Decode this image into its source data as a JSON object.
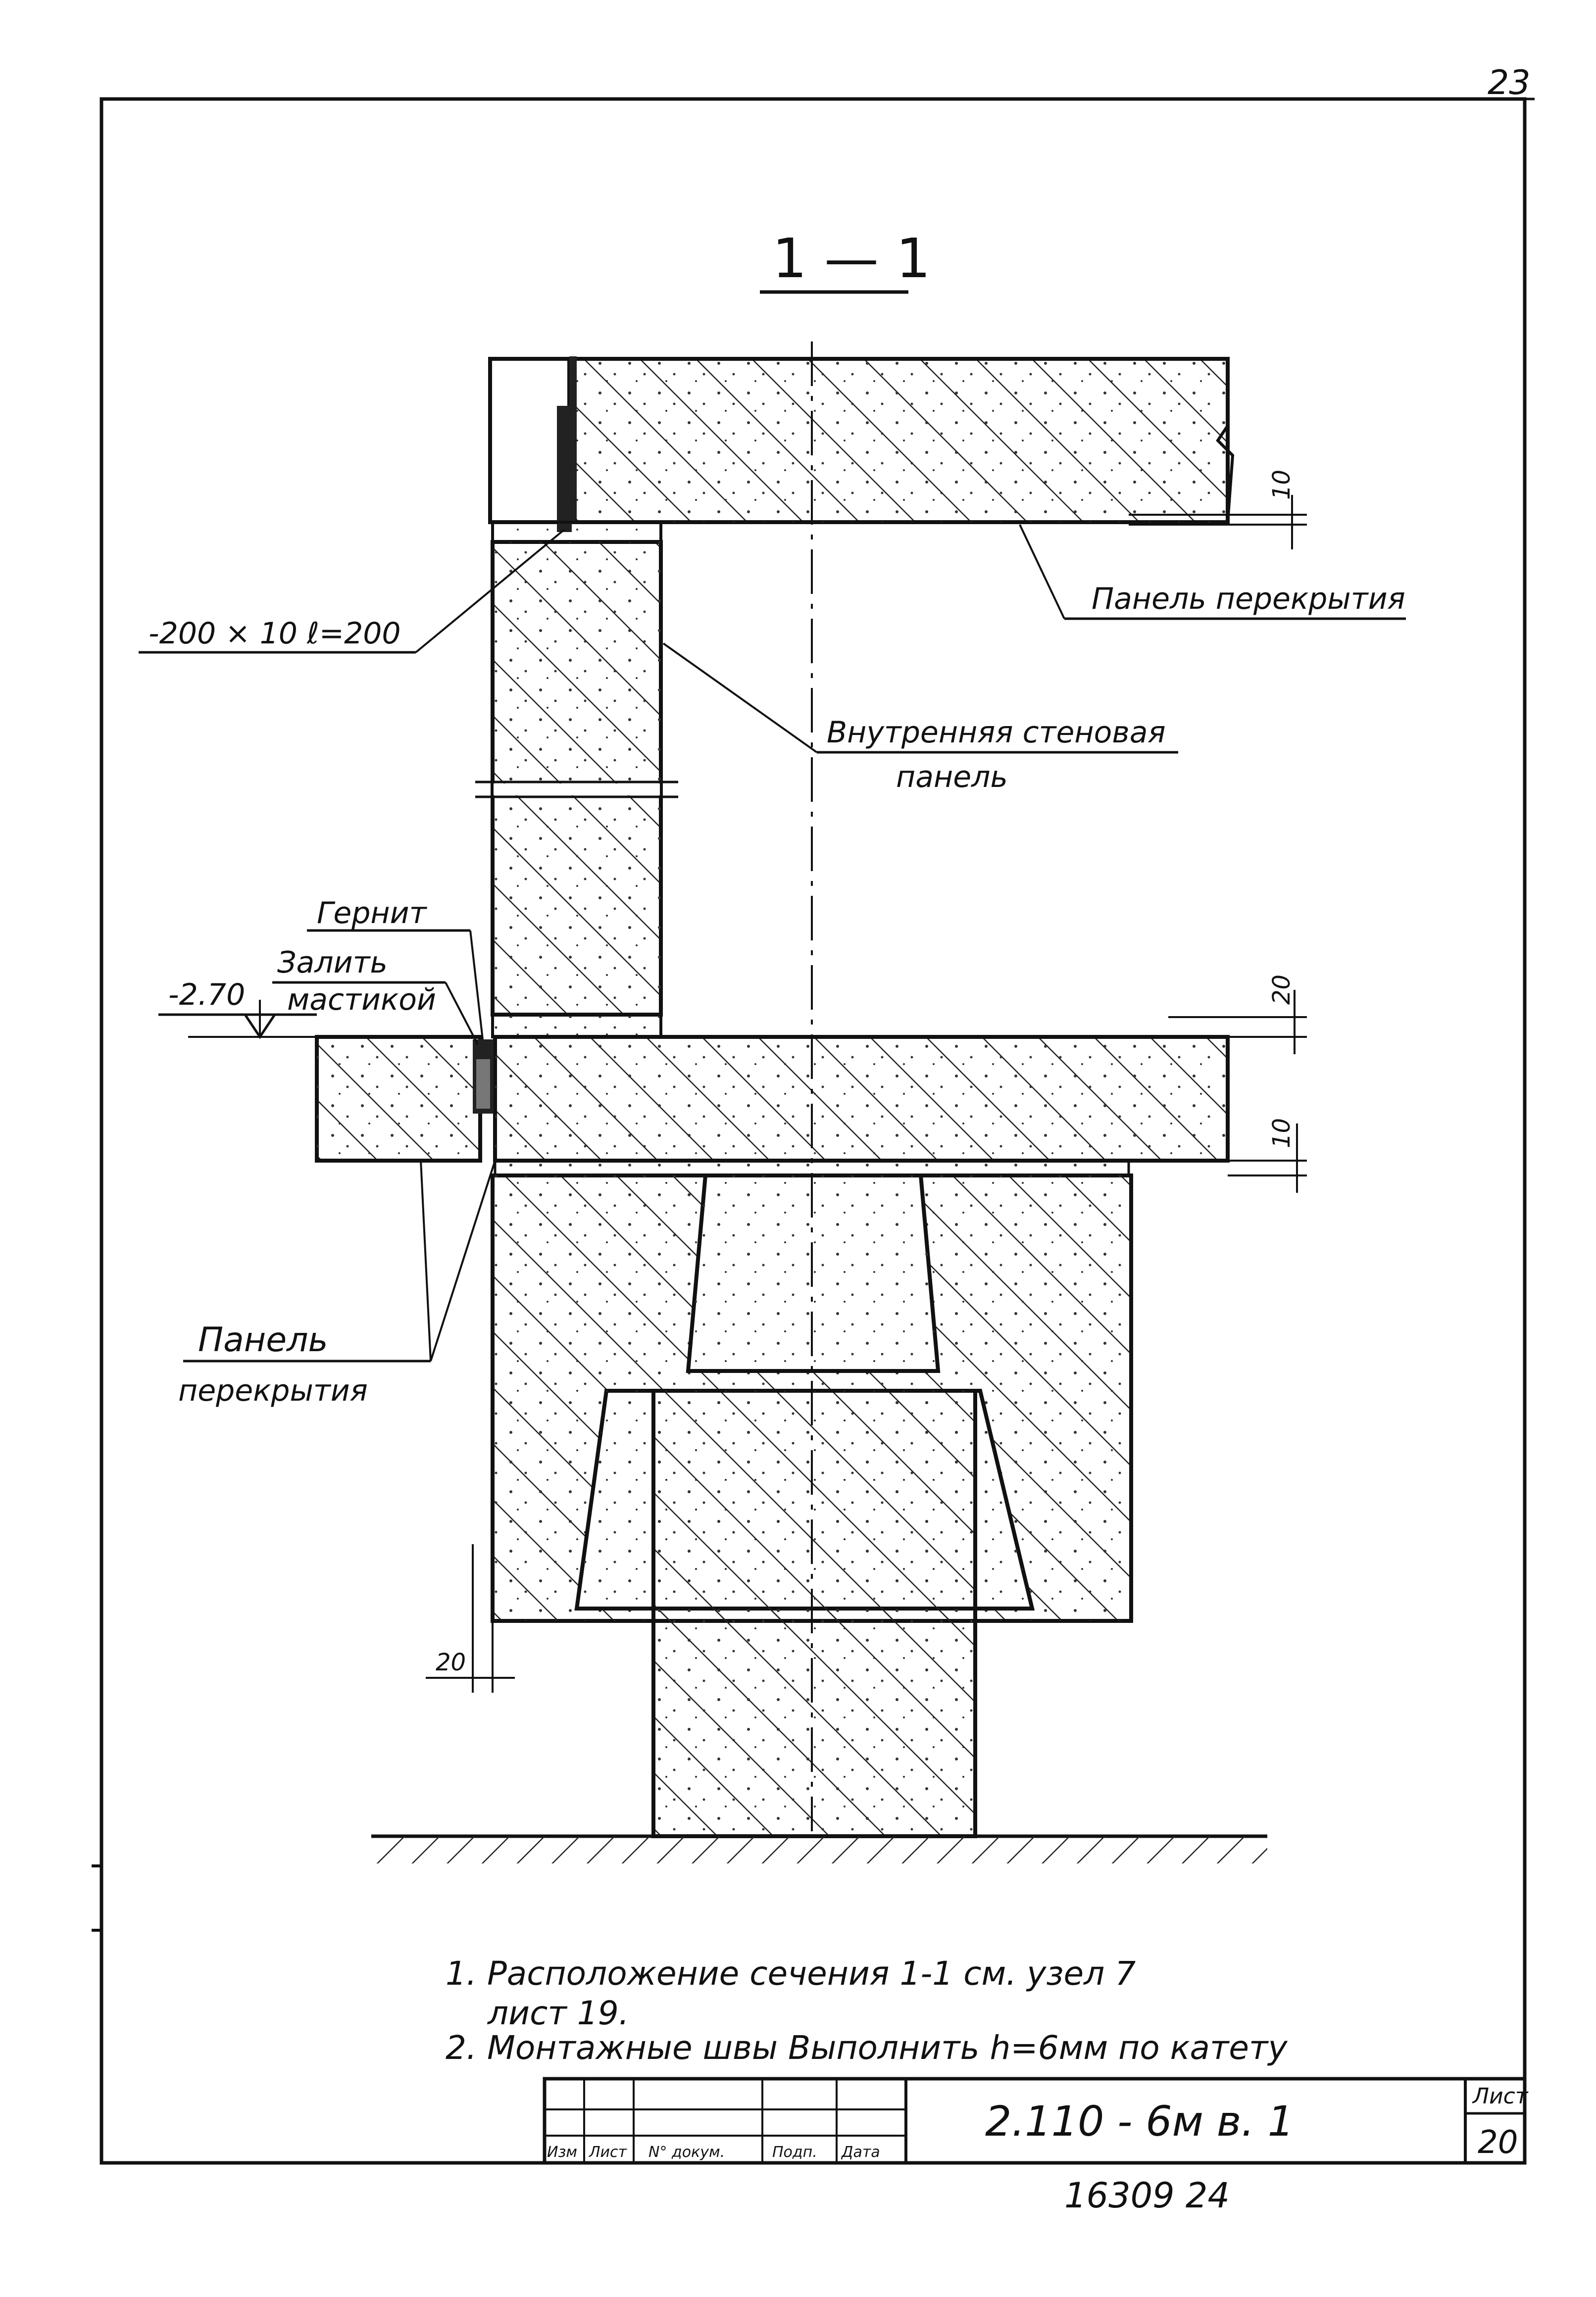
{
  "sheet": {
    "top_number": "23",
    "section_title": "1 — 1",
    "sheet_label": "Лист",
    "sheet_number": "20",
    "document_code": "2.110 - 6м  в. 1",
    "inventory_number": "16309  24"
  },
  "labels": {
    "plate": "-200 × 10  ℓ=200",
    "floor_panel_top": "Панель  перекрытия",
    "inner_wall_line1": "Внутренняя  стеновая",
    "inner_wall_line2": "панель",
    "gernit": "Гернит",
    "fill_line1": "Залить",
    "fill_line2": "мастикой",
    "elevation": "-2.70",
    "floor_panel_bottom_line1": "Панель",
    "floor_panel_bottom_line2": "перекрытия"
  },
  "dimensions": {
    "d10_top": "10",
    "d20": "20",
    "d10_mid": "10",
    "d20_bottom": "20"
  },
  "notes": [
    "1.  Расположение    сечения  1-1  см.  узел 7",
    "лист  19.",
    "2.  Монтажные  швы   Выполнить  h=6мм  по  катету"
  ],
  "title_block": {
    "headers": [
      "Изм",
      "Лист",
      "N° докум.",
      "Подп.",
      "Дата"
    ]
  }
}
